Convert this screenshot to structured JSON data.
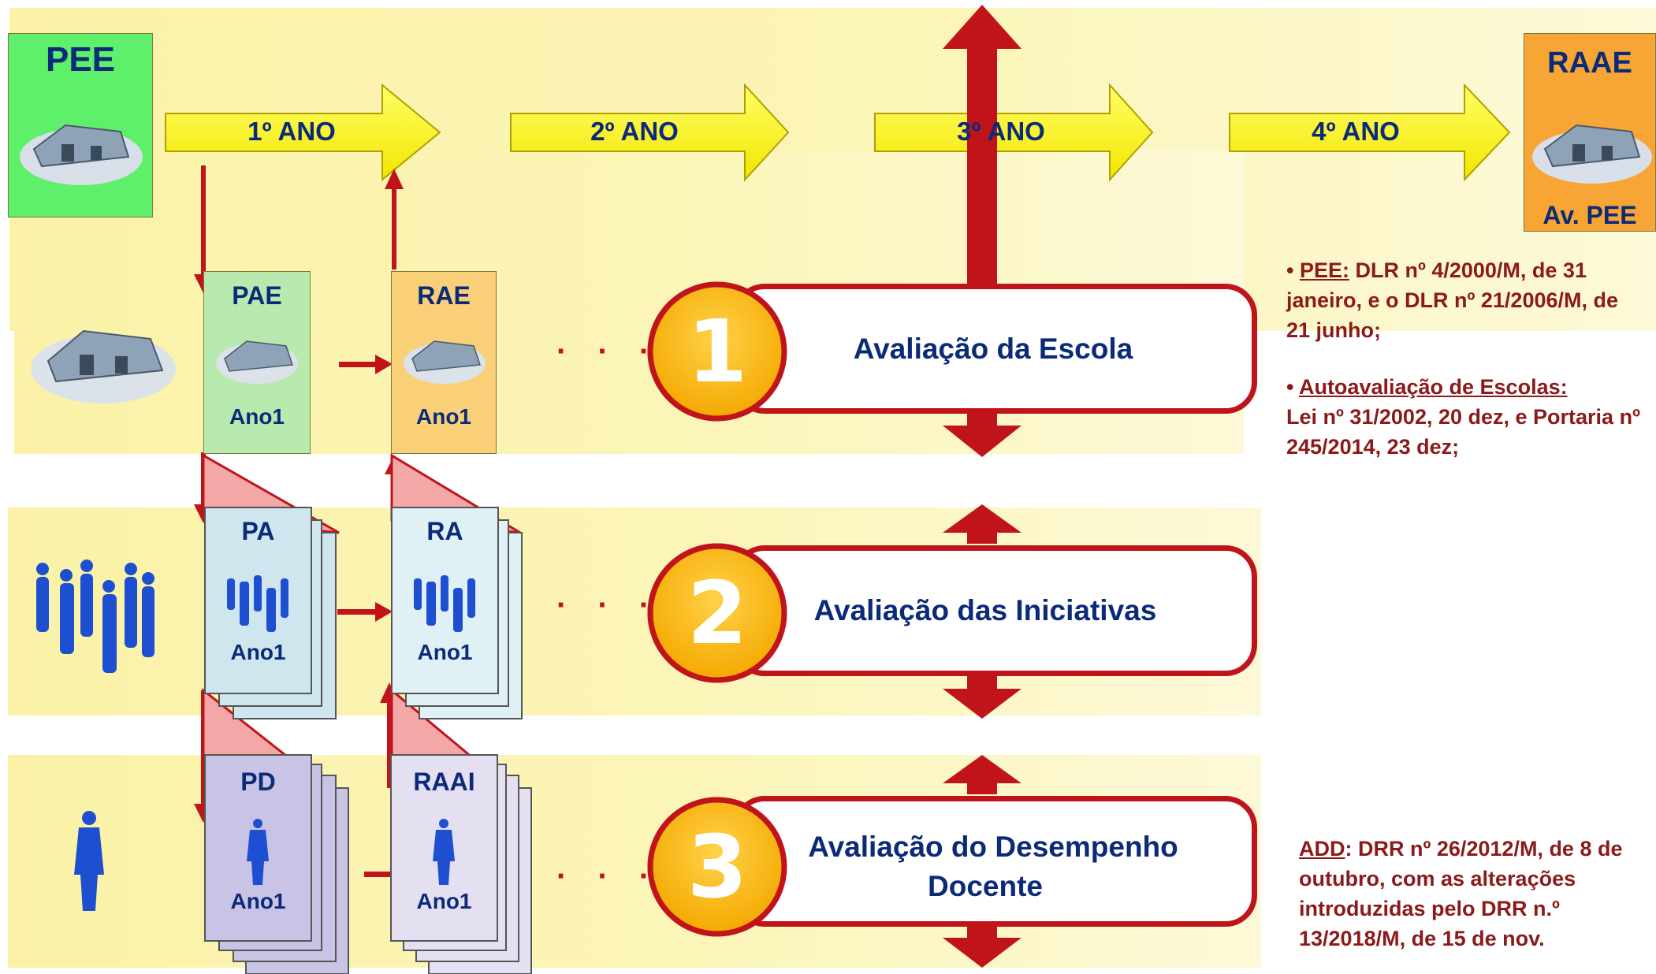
{
  "header": {
    "start_box": {
      "title": "PEE"
    },
    "end_box": {
      "title": "RAAE",
      "subtitle": "Av. PEE"
    },
    "years": [
      "1º ANO",
      "2º ANO",
      "3º ANO",
      "4º ANO"
    ]
  },
  "rows": [
    {
      "plan": "PAE",
      "report": "RAE",
      "year_label": "Ano1",
      "number": "1",
      "title": "Avaliação da Escola"
    },
    {
      "plan": "PA",
      "report": "RA",
      "year_label": "Ano1",
      "number": "2",
      "title": "Avaliação das Iniciativas"
    },
    {
      "plan": "PD",
      "report": "RAAI",
      "year_label": "Ano1",
      "number": "3",
      "title_line1": "Avaliação do Desempenho",
      "title_line2": "Docente"
    }
  ],
  "ellipsis": "· · ·",
  "notes": {
    "pee_label": "PEE:",
    "pee_text": " DLR  nº 4/2000/M, de 31 janeiro, e o DLR  nº 21/2006/M, de 21 junho;",
    "auto_label": "Autoavaliação de Escolas:",
    "auto_text": "Lei  nº 31/2002, 20 dez, e Portaria  nº 245/2014, 23 dez;",
    "add_label": "ADD",
    "add_text": ": DRR  nº 26/2012/M, de 8 de outubro, com as alterações introduzidas pelo DRR n.º 13/2018/M, de 15 de nov."
  },
  "icons": {
    "school": "school-building-icon",
    "group": "people-group-icon",
    "person": "person-icon"
  },
  "colors": {
    "band": "#fbf2a8",
    "arrow_yellow": "#ffff33",
    "red": "#c0141a",
    "navy": "#0b2a78",
    "green_box": "#5ef06a",
    "orange_box": "#f7a534",
    "badge": "#ffc000"
  }
}
